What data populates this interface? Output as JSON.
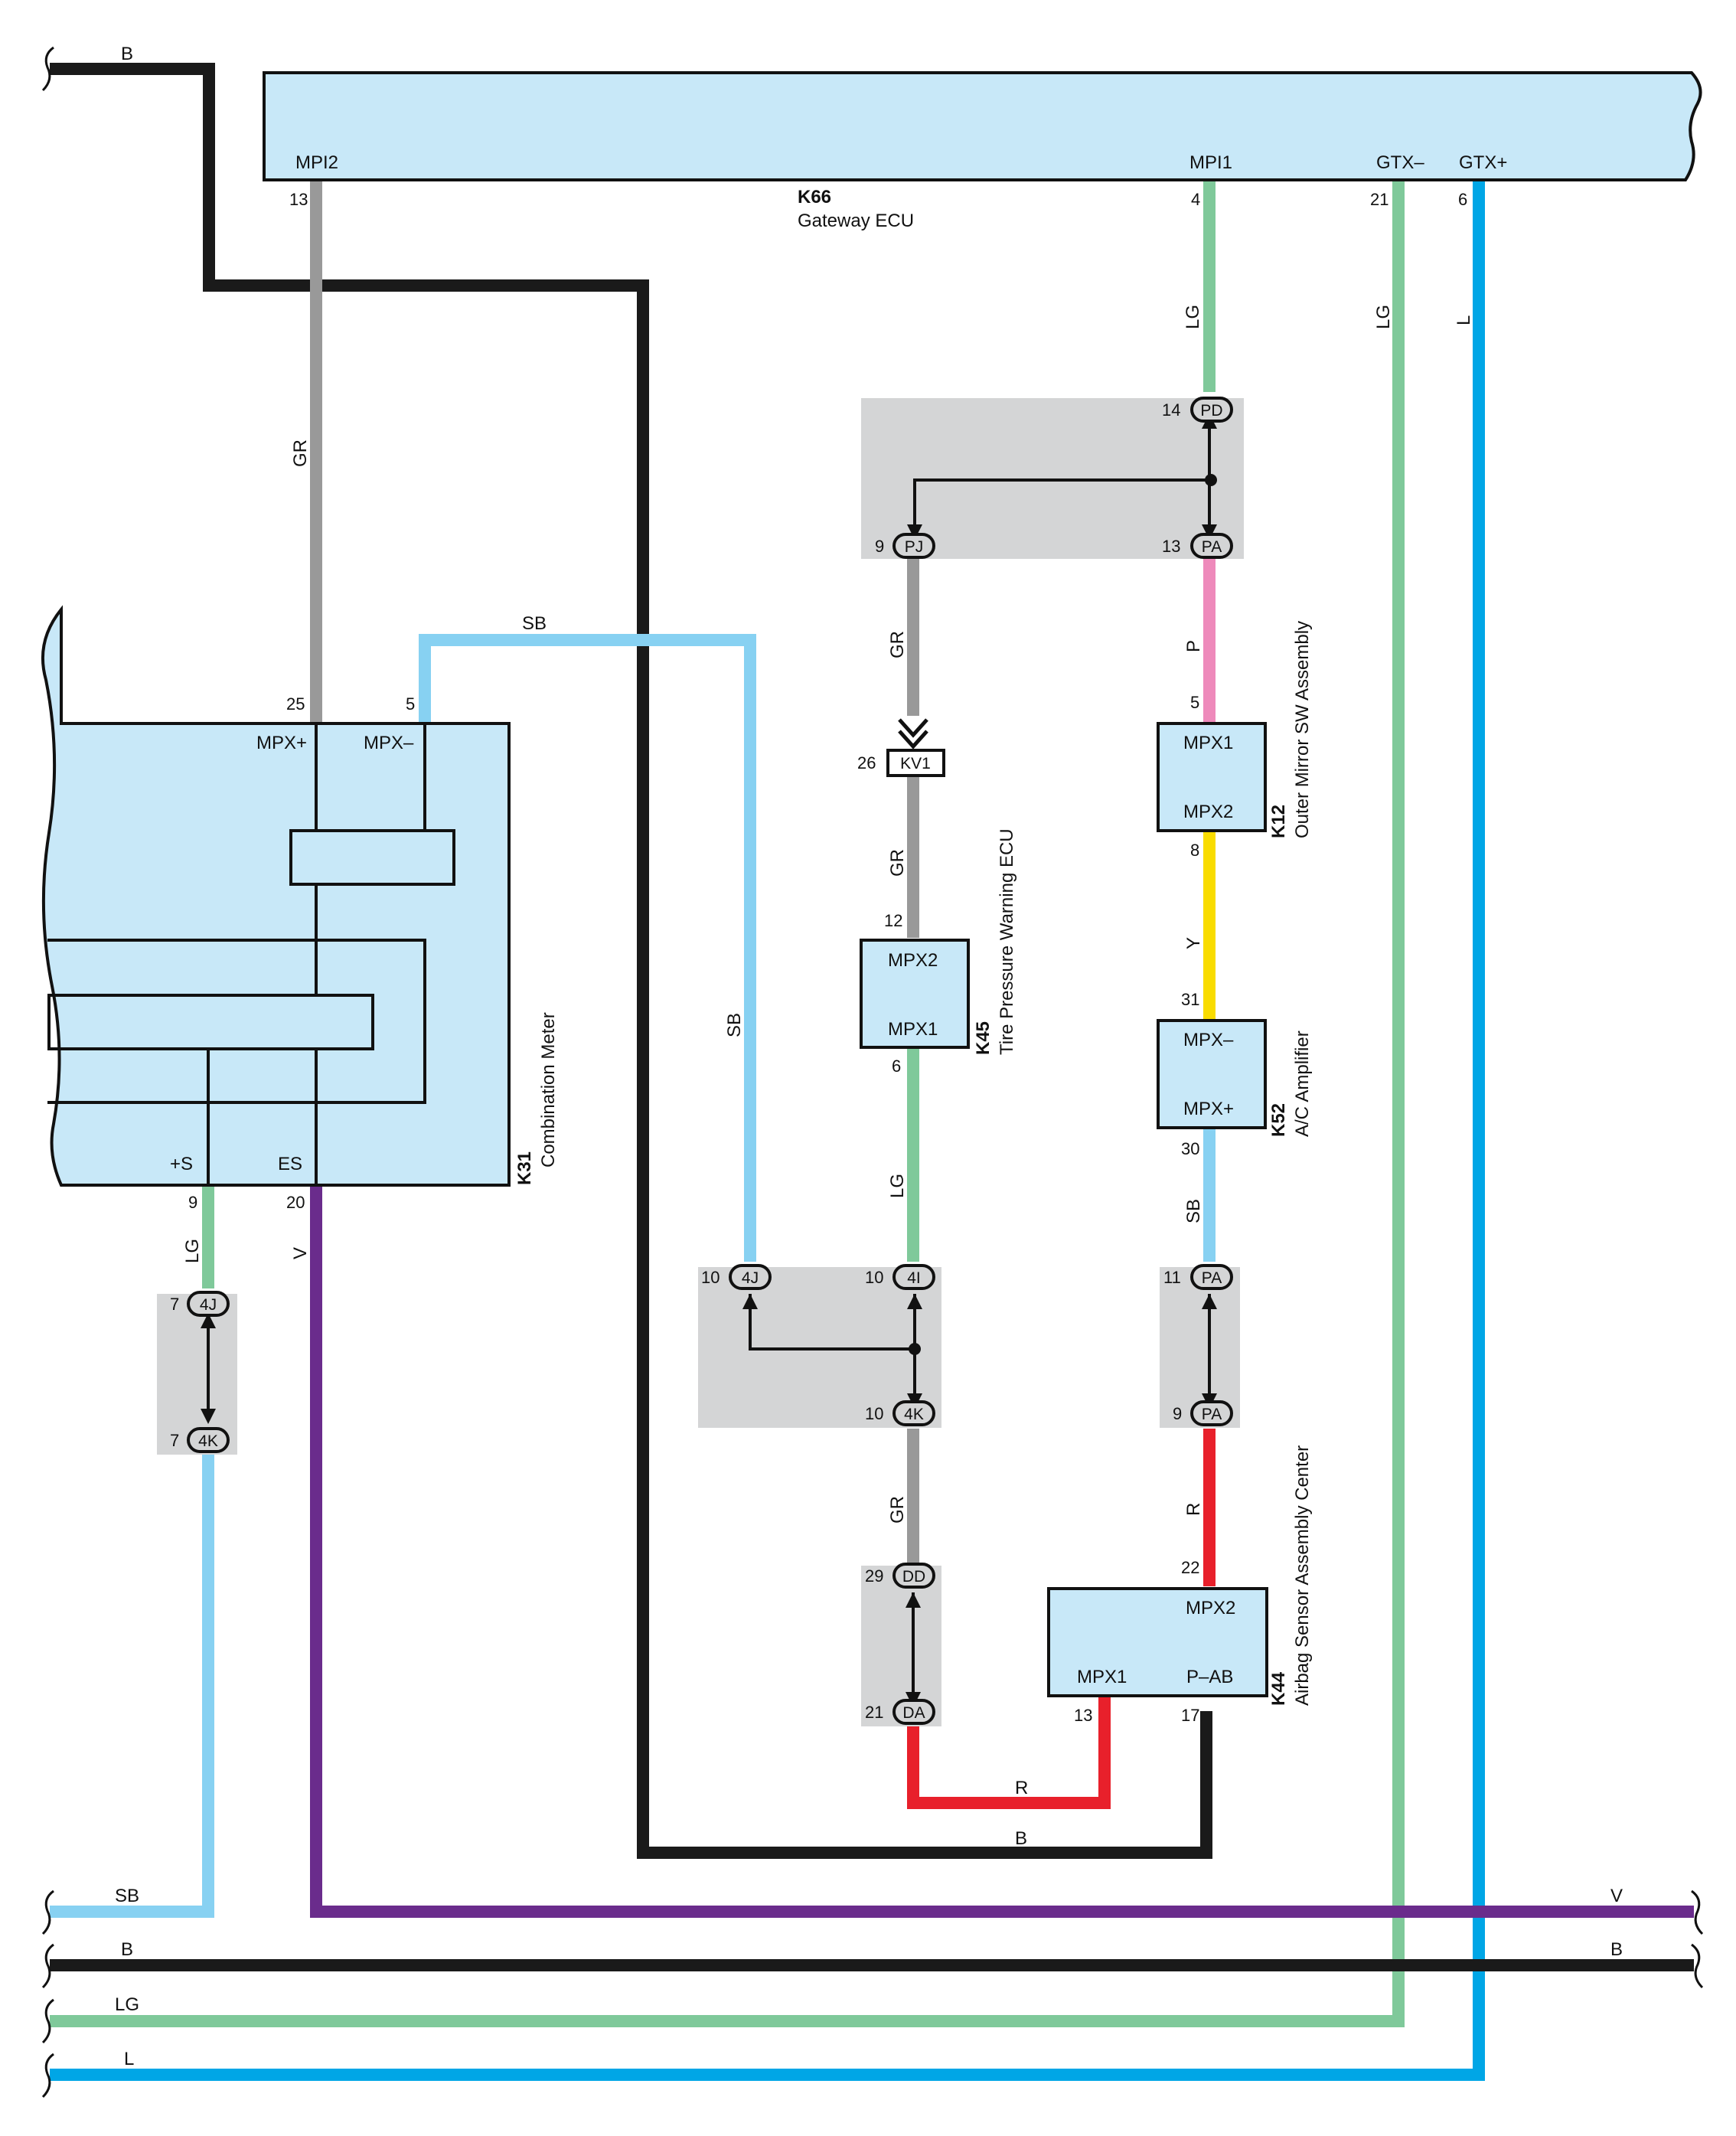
{
  "colors": {
    "B": "#1a1a1a",
    "GR": "#999999",
    "LG": "#7fc99a",
    "L": "#00a6e6",
    "SB": "#87d1f2",
    "V": "#6a2c8c",
    "P": "#ee8abb",
    "Y": "#f9dc00",
    "R": "#e8202b",
    "box_fill": "#c8e8f8",
    "junction_fill": "#d4d5d6"
  },
  "components": {
    "k66": {
      "id": "K66",
      "name": "Gateway ECU",
      "pins": {
        "mpi2": "MPI2",
        "mpi1": "MPI1",
        "gtx_minus": "GTX–",
        "gtx_plus": "GTX+"
      },
      "pin_numbers": {
        "mpi2": "13",
        "mpi1": "4",
        "gtx_minus": "21",
        "gtx_plus": "6"
      }
    },
    "k31": {
      "id": "K31",
      "name": "Combination Meter",
      "pins": {
        "mpx_plus": "MPX+",
        "mpx_minus": "MPX–",
        "s_plus": "+S",
        "es": "ES"
      },
      "pin_numbers": {
        "mpx_plus": "25",
        "mpx_minus": "5",
        "s_plus": "9",
        "es": "20"
      }
    },
    "k45": {
      "id": "K45",
      "name": "Tire Pressure Warning ECU",
      "pins": {
        "mpx2": "MPX2",
        "mpx1": "MPX1"
      },
      "pin_numbers": {
        "mpx2": "12",
        "mpx1": "6"
      }
    },
    "k12": {
      "id": "K12",
      "name": "Outer Mirror SW Assembly",
      "pins": {
        "mpx1": "MPX1",
        "mpx2": "MPX2"
      },
      "pin_numbers": {
        "mpx1": "5",
        "mpx2": "8"
      }
    },
    "k52": {
      "id": "K52",
      "name": "A/C Amplifier",
      "pins": {
        "mpx_minus": "MPX–",
        "mpx_plus": "MPX+"
      },
      "pin_numbers": {
        "mpx_minus": "31",
        "mpx_plus": "30"
      }
    },
    "k44": {
      "id": "K44",
      "name": "Airbag Sensor Assembly Center",
      "pins": {
        "mpx2": "MPX2",
        "mpx1": "MPX1",
        "p_ab": "P–AB"
      },
      "pin_numbers": {
        "mpx2": "22",
        "mpx1": "13",
        "p_ab": "17"
      }
    }
  },
  "connectors": {
    "pd": {
      "code": "PD",
      "pin": "14"
    },
    "pa_top": {
      "code": "PA",
      "pin": "13"
    },
    "pj": {
      "code": "PJ",
      "pin": "9"
    },
    "kv1": {
      "code": "KV1",
      "pin": "26"
    },
    "c4j_left": {
      "code": "4J",
      "pin": "7"
    },
    "c4k_left": {
      "code": "4K",
      "pin": "7"
    },
    "c4j_mid": {
      "code": "4J",
      "pin": "10"
    },
    "c4i": {
      "code": "4I",
      "pin": "10"
    },
    "c4k_mid": {
      "code": "4K",
      "pin": "10"
    },
    "pa_mid_top": {
      "code": "PA",
      "pin": "11"
    },
    "pa_mid_bot": {
      "code": "PA",
      "pin": "9"
    },
    "dd": {
      "code": "DD",
      "pin": "29"
    },
    "da": {
      "code": "DA",
      "pin": "21"
    }
  },
  "wire_labels": {
    "top_b": "B",
    "gr_mpi2": "GR",
    "lg_mpi1": "LG",
    "lg_gtx": "LG",
    "l_gtx": "L",
    "sb_top": "SB",
    "sb_down": "SB",
    "gr_pj": "GR",
    "gr_kv1": "GR",
    "p_pa": "P",
    "y_k12": "Y",
    "lg_k45": "LG",
    "sb_k52": "SB",
    "lg_k31": "LG",
    "v_k31": "V",
    "gr_4k": "GR",
    "r_pa": "R",
    "r_da": "R",
    "b_k44": "B",
    "bus_sb": "SB",
    "bus_v": "V",
    "bus_b_left": "B",
    "bus_b_right": "B",
    "bus_lg": "LG",
    "bus_l": "L"
  }
}
